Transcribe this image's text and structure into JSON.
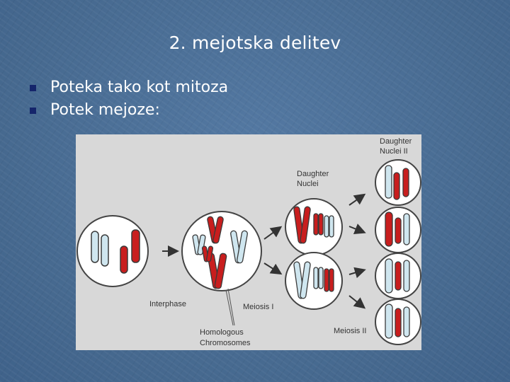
{
  "slide": {
    "title": "2. mejotska delitev",
    "bullets": [
      "Poteka tako kot mitoza",
      "Potek mejoze:"
    ]
  },
  "figure": {
    "labels": {
      "daughter_nuclei_ii_line1": "Daughter",
      "daughter_nuclei_ii_line2": "Nuclei II",
      "daughter_nuclei_line1": "Daughter",
      "daughter_nuclei_line2": "Nuclei",
      "interphase": "Interphase",
      "meiosis_i": "Meiosis I",
      "meiosis_ii": "Meiosis II",
      "homologous_line1": "Homologous",
      "homologous_line2": "Chromosomes"
    },
    "colors": {
      "red_chromosome": "#c81e1e",
      "blue_chromosome": "#cfe6ef",
      "chromosome_outline": "#3a3a3a",
      "cell_fill": "#ffffff",
      "figure_background": "#d8d8d8",
      "arrow": "#333333"
    }
  },
  "colors": {
    "background": "#4a6f98",
    "bullet_marker": "#15256b",
    "text": "#ffffff"
  }
}
